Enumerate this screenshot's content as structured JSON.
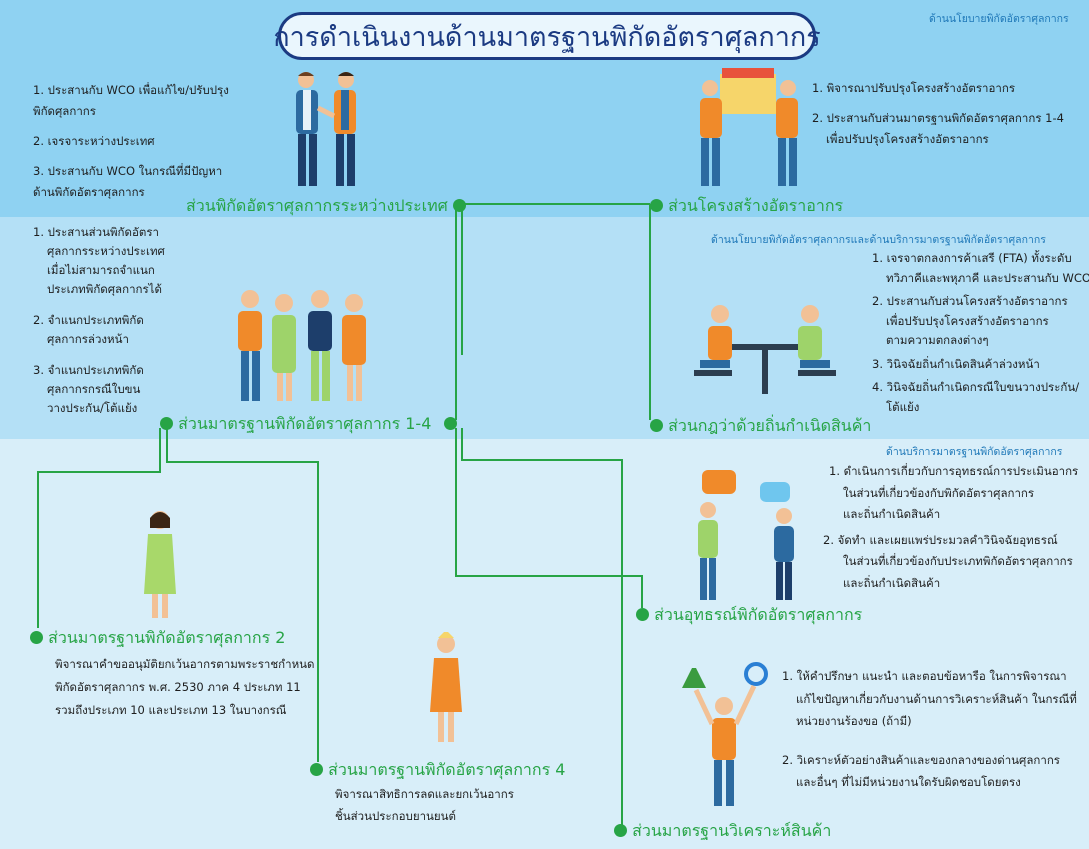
{
  "colors": {
    "band_top": "#8fd2f2",
    "band_mid": "#b4e0f6",
    "band_bottom": "#d8eef9",
    "title": "#1b3a82",
    "unit_label": "#27a446",
    "dot": "#27a446",
    "line": "#27a446",
    "section": "#1f78b8"
  },
  "title": "การดำเนินงานด้านมาตรฐานพิกัดอัตราศุลกากร",
  "sections": {
    "policy": "ด้านนโยบายพิกัดอัตราศุลกากร",
    "policy_service": "ด้านนโยบายพิกัดอัตราศุลกากรและด้านบริการมาตรฐานพิกัดอัตราศุลกากร",
    "service": "ด้านบริการมาตรฐานพิกัดอัตราศุลกากร"
  },
  "units": {
    "intl": {
      "name": "ส่วนพิกัดอัตราศุลกากรระหว่างประเทศ",
      "items": [
        "1. ประสานกับ WCO เพื่อแก้ไข/ปรับปรุง",
        "พิกัดศุลกากร",
        "2. เจรจาระหว่างประเทศ",
        "3. ประสานกับ WCO ในกรณีที่มีปัญหา",
        "ด้านพิกัดอัตราศุลกากร"
      ]
    },
    "structure": {
      "name": "ส่วนโครงสร้างอัตราอากร",
      "items": [
        "1. พิจารณาปรับปรุงโครงสร้างอัตราอากร",
        "2. ประสานกับส่วนมาตรฐานพิกัดอัตราศุลกากร 1-4",
        "เพื่อปรับปรุงโครงสร้างอัตราอากร"
      ]
    },
    "std14": {
      "name": "ส่วนมาตรฐานพิกัดอัตราศุลกากร 1-4",
      "items": [
        "1. ประสานส่วนพิกัดอัตรา",
        "ศุลกากรระหว่างประเทศ",
        "เมื่อไม่สามารถจำแนก",
        "ประเภทพิกัดศุลกากรได้",
        "2. จำแนกประเภทพิกัด",
        "ศุลกากรล่วงหน้า",
        "3. จำแนกประเภทพิกัด",
        "ศุลกากรกรณีใบขน",
        "วางประกัน/โต้แย้ง"
      ]
    },
    "origin": {
      "name": "ส่วนกฎว่าด้วยถิ่นกำเนิดสินค้า",
      "items": [
        "1. เจรจาตกลงการค้าเสรี (FTA) ทั้งระดับ",
        "ทวิภาคีและพหุภาคี และประสานกับ WCO",
        "2. ประสานกับส่วนโครงสร้างอัตราอากร",
        "เพื่อปรับปรุงโครงสร้างอัตราอากร",
        "ตามความตกลงต่างๆ",
        "3. วินิจฉัยถิ่นกำเนิดสินค้าล่วงหน้า",
        "4. วินิจฉัยถิ่นกำเนิดกรณีใบขนวางประกัน/",
        "โต้แย้ง"
      ]
    },
    "appeal": {
      "name": "ส่วนอุทธรณ์พิกัดอัตราศุลกากร",
      "items": [
        "1. ดำเนินการเกี่ยวกับการอุทธรณ์การประเมินอากร",
        "ในส่วนที่เกี่ยวข้องกับพิกัดอัตราศุลกากร",
        "และถิ่นกำเนิดสินค้า",
        "2. จัดทำ และเผยแพร่ประมวลคำวินิจฉัยอุทธรณ์",
        "ในส่วนที่เกี่ยวข้องกับประเภทพิกัดอัตราศุลกากร",
        "และถิ่นกำเนิดสินค้า"
      ]
    },
    "std2": {
      "name": "ส่วนมาตรฐานพิกัดอัตราศุลกากร 2",
      "items": [
        "พิจารณาคำขออนุมัติยกเว้นอากรตามพระราชกำหนด",
        "พิกัดอัตราศุลกากร พ.ศ. 2530 ภาค 4 ประเภท 11",
        "รวมถึงประเภท 10 และประเภท 13 ในบางกรณี"
      ]
    },
    "std4": {
      "name": "ส่วนมาตรฐานพิกัดอัตราศุลกากร 4",
      "items": [
        "พิจารณาสิทธิการลดและยกเว้นอากร",
        "ชิ้นส่วนประกอบยานยนต์"
      ]
    },
    "analysis": {
      "name": "ส่วนมาตรฐานวิเคราะห์สินค้า",
      "items": [
        "1. ให้คำปรึกษา แนะนำ และตอบข้อหารือ ในการพิจารณา",
        "แก้ไขปัญหาเกี่ยวกับงานด้านการวิเคราะห์สินค้า ในกรณีที่",
        "หน่วยงานร้องขอ (ถ้ามี)",
        "",
        "2. วิเคราะห์ตัวอย่างสินค้าและของกลางของด่านศุลกากร",
        "และอื่นๆ ที่ไม่มีหน่วยงานใดรับผิดชอบโดยตรง"
      ]
    }
  }
}
